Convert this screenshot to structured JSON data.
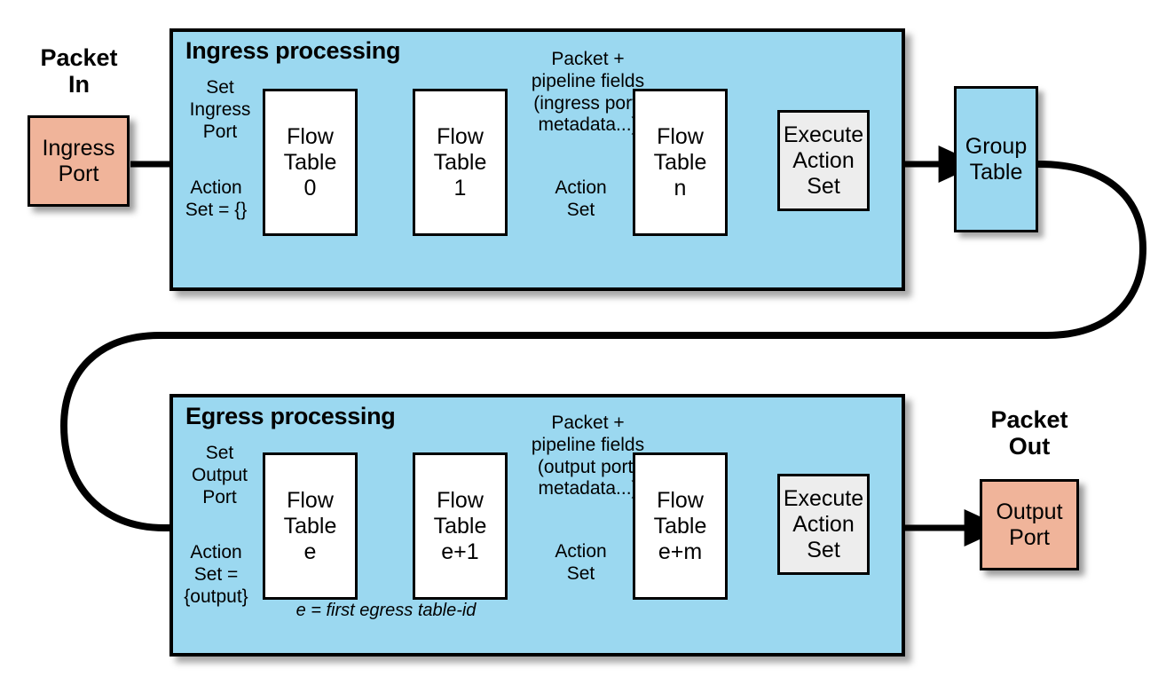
{
  "diagram": {
    "title_ingress": "Ingress processing",
    "title_egress": "Egress processing"
  },
  "ingress": {
    "panel_title": "Ingress processing",
    "packet_in_caption": "Packet\nIn",
    "ingress_port_box": "Ingress\nPort",
    "set_port_label": "Set\nIngress\nPort",
    "action_set_label": "Action\nSet = {}",
    "pipeline_note": "Packet +\npipeline fields\n(ingress port,\nmetadata...)",
    "mid_action_set_label": "Action\nSet",
    "tables": [
      {
        "line1": "Flow",
        "line2": "Table",
        "line3": "0"
      },
      {
        "line1": "Flow",
        "line2": "Table",
        "line3": "1"
      },
      {
        "line1": "Flow",
        "line2": "Table",
        "line3": "n"
      }
    ],
    "execute_box": {
      "line1": "Execute",
      "line2": "Action",
      "line3": "Set"
    },
    "group_box": {
      "line1": "Group",
      "line2": "Table"
    }
  },
  "egress": {
    "panel_title": "Egress processing",
    "packet_out_caption": "Packet\nOut",
    "output_port_box": "Output\nPort",
    "set_port_label": "Set\nOutput\nPort",
    "action_set_label": "Action\nSet =\n{output}",
    "pipeline_note": "Packet +\npipeline fields\n(output port,\nmetadata...)",
    "mid_action_set_label": "Action\nSet",
    "footnote": "e = first egress table-id",
    "tables": [
      {
        "line1": "Flow",
        "line2": "Table",
        "line3": "e"
      },
      {
        "line1": "Flow",
        "line2": "Table",
        "line3": "e+1"
      },
      {
        "line1": "Flow",
        "line2": "Table",
        "line3": "e+m"
      }
    ],
    "execute_box": {
      "line1": "Execute",
      "line2": "Action",
      "line3": "Set"
    }
  },
  "colors": {
    "panel_blue": "#9BD8F0",
    "port_peach": "#F0B49A",
    "execute_grey": "#EDEDED",
    "table_white": "#FFFFFF",
    "stroke_black": "#000000"
  },
  "icons": {
    "arrow": "arrow-right-icon",
    "ellipsis": "ellipsis-dots-icon",
    "loop": "loopback-curve-icon"
  }
}
